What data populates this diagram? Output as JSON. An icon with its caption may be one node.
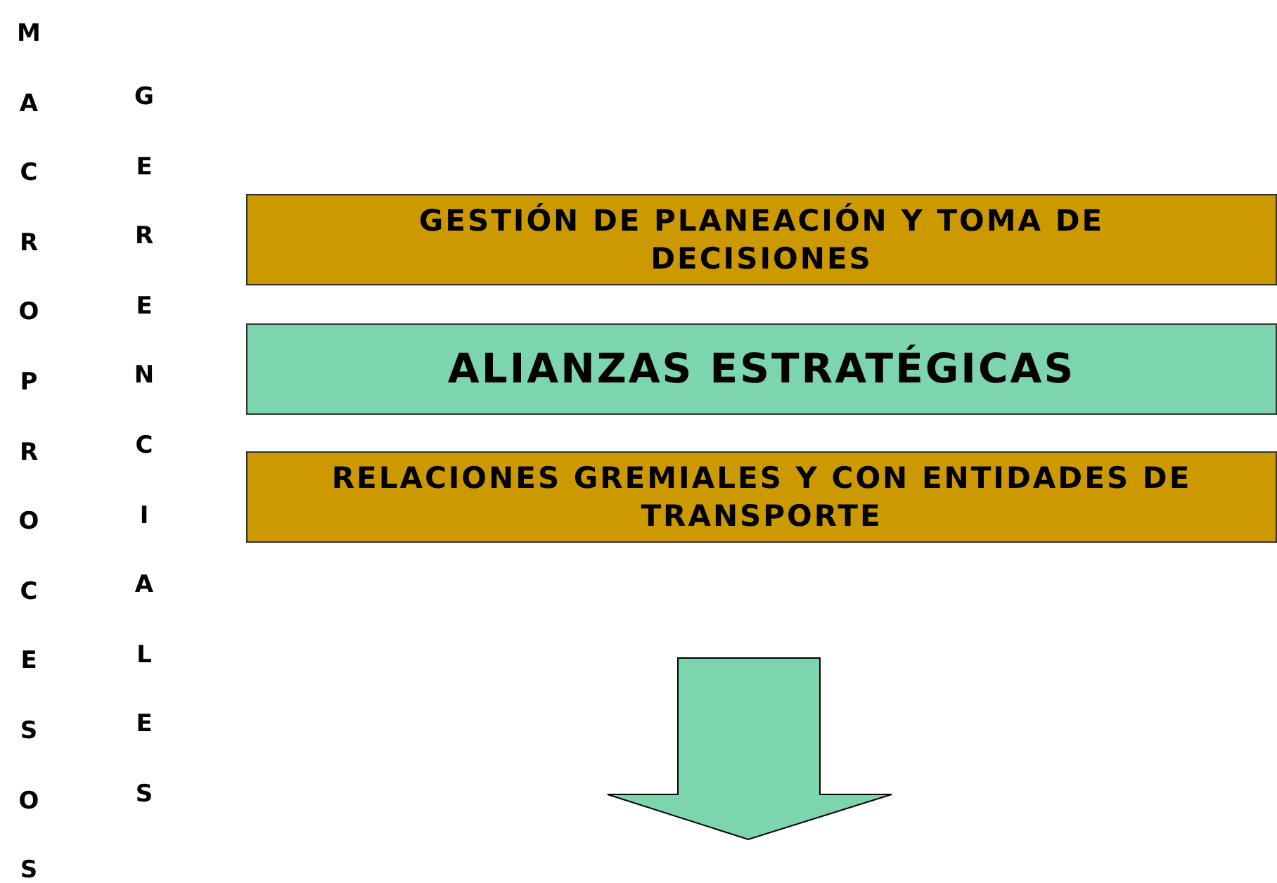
{
  "diagram": {
    "nodes": [
      {
        "text": [
          "GESTIÓN DE PLANEACIÓN Y TOMA DE DECISIONES"
        ]
      },
      {
        "text": [
          "ALIANZAS ESTRATÉGICAS"
        ]
      },
      {
        "text": [
          "RELACIONES GREMIALES Y CON ENTIDADES DE TRANSPORTE"
        ]
      }
    ],
    "labels": [
      "MACROPROCESOS",
      "GERENCIALES"
    ]
  }
}
